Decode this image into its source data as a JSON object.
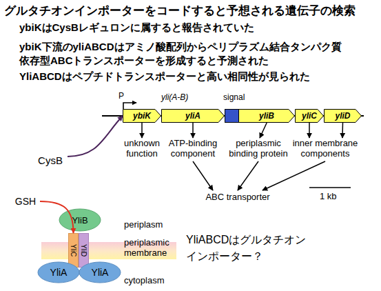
{
  "diagram": {
    "title": "グルタチオンインポーターをコードすると予想される遺伝子の検索",
    "nodes": [
      {
        "text": [
          "ybiK"
        ]
      },
      {
        "text": [
          "yliA"
        ]
      },
      {
        "text": [
          "yliB"
        ]
      },
      {
        "text": [
          "yliC"
        ]
      },
      {
        "text": [
          "yliD"
        ]
      },
      {
        "text": [
          "CysB"
        ]
      },
      {
        "text": [
          "unknown function"
        ]
      },
      {
        "text": [
          "ATP-binding component"
        ]
      },
      {
        "text": [
          "periplasmic binding protein"
        ]
      },
      {
        "text": [
          "inner membrane components"
        ]
      },
      {
        "text": [
          "ABC transporter"
        ]
      },
      {
        "text": [
          "GSH"
        ]
      },
      {
        "text": [
          "YliB"
        ]
      },
      {
        "text": [
          "YliC"
        ]
      },
      {
        "text": [
          "YliD"
        ]
      },
      {
        "text": [
          "YliA"
        ]
      },
      {
        "text": [
          "YliA"
        ]
      }
    ],
    "edges": [
      {
        "from": 5,
        "to": 0,
        "arrow": "to"
      },
      {
        "from": 0,
        "to": 6,
        "arrow": "to"
      },
      {
        "from": 1,
        "to": 7,
        "arrow": "to"
      },
      {
        "from": 2,
        "to": 8,
        "arrow": "to"
      },
      {
        "from": 3,
        "to": 9,
        "arrow": "to"
      },
      {
        "from": 4,
        "to": 9,
        "arrow": "to"
      },
      {
        "from": 7,
        "to": 10,
        "arrow": "to"
      },
      {
        "from": 8,
        "to": 10,
        "arrow": "to"
      },
      {
        "from": 9,
        "to": 10,
        "arrow": "to"
      },
      {
        "from": 11,
        "to": 13,
        "arrow": "to"
      }
    ],
    "labels": [
      "ybiKはCysBレギュロンに属すると報告されていた",
      "ybiK下流のyliABCDはアミノ酸配列からペリプラズム結合タンパク質 依存型ABCトランスポーターを形成すると予測された",
      "YliABCDはペプチドトランスポーターと高い相同性が見られた",
      "P",
      "yli(A-B)",
      "signal",
      "1 kb",
      "periplasm",
      "periplasmic membrane",
      "cytoplasm",
      "YliABCDはグルタチオン インポーター？"
    ]
  }
}
